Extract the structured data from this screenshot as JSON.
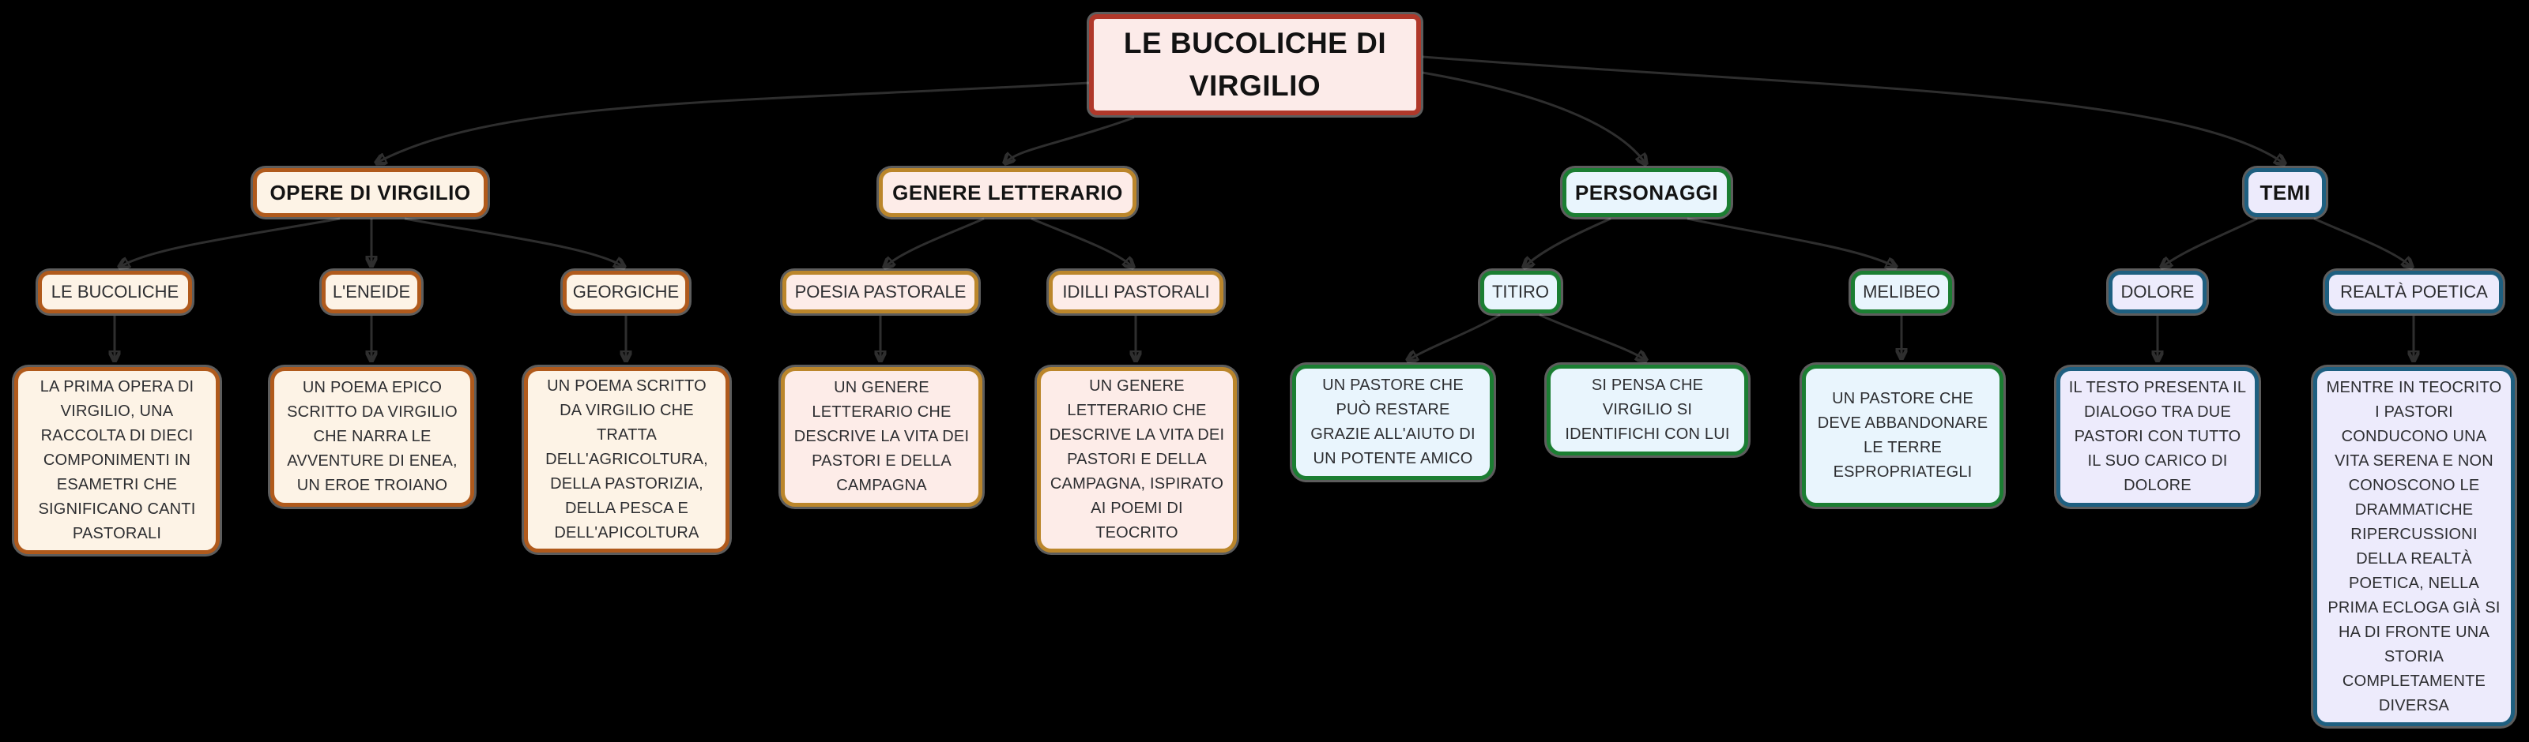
{
  "title": "LE BUCOLICHE DI VIRGILIO",
  "colors": {
    "background": "#000000",
    "root_accent": "#b0382a",
    "root_fill": "#fcebe9",
    "opere_accent": "#b05a1c",
    "opere_fill": "#fdf3e6",
    "genere_accent": "#bb862b",
    "genere_fill": "#fdece8",
    "personaggi_accent": "#1b7e32",
    "personaggi_fill": "#e9f5fd",
    "temi_accent": "#1e5f80",
    "temi_fill": "#edebfc",
    "connector": "#2e2e2e"
  },
  "branches": [
    {
      "label": "OPERE DI VIRGILIO",
      "children": [
        {
          "label": "LE BUCOLICHE",
          "description": "LA PRIMA OPERA DI VIRGILIO, UNA RACCOLTA DI DIECI COMPONIMENTI IN ESAMETRI CHE SIGNIFICANO CANTI PASTORALI"
        },
        {
          "label": "L'ENEIDE",
          "description": "UN POEMA EPICO SCRITTO DA VIRGILIO CHE NARRA LE AVVENTURE DI ENEA, UN EROE TROIANO"
        },
        {
          "label": "GEORGICHE",
          "description": "UN POEMA SCRITTO DA VIRGILIO CHE TRATTA DELL'AGRICOLTURA, DELLA PASTORIZIA, DELLA PESCA E DELL'APICOLTURA"
        }
      ]
    },
    {
      "label": "GENERE LETTERARIO",
      "children": [
        {
          "label": "POESIA PASTORALE",
          "description": "UN GENERE LETTERARIO CHE DESCRIVE LA VITA DEI PASTORI E DELLA CAMPAGNA"
        },
        {
          "label": "IDILLI PASTORALI",
          "description": "UN GENERE LETTERARIO CHE DESCRIVE LA VITA DEI PASTORI E DELLA CAMPAGNA, ISPIRATO AI POEMI DI TEOCRITO"
        }
      ]
    },
    {
      "label": "PERSONAGGI",
      "children": [
        {
          "label": "TITIRO",
          "descriptions": [
            "UN PASTORE CHE PUÒ RESTARE GRAZIE ALL'AIUTO DI UN POTENTE AMICO",
            "SI PENSA CHE VIRGILIO SI IDENTIFICHI CON LUI"
          ]
        },
        {
          "label": "MELIBEO",
          "description": "UN PASTORE CHE DEVE ABBANDONARE LE TERRE ESPROPRIATEGLI"
        }
      ]
    },
    {
      "label": "TEMI",
      "children": [
        {
          "label": "DOLORE",
          "description": "IL TESTO PRESENTA IL DIALOGO TRA DUE PASTORI CON TUTTO IL SUO CARICO DI DOLORE"
        },
        {
          "label": "REALTÀ POETICA",
          "description": "MENTRE IN TEOCRITO I PASTORI CONDUCONO UNA VITA SERENA E NON CONOSCONO LE DRAMMATICHE RIPERCUSSIONI DELLA REALTÀ POETICA, NELLA PRIMA ECLOGA GIÀ SI HA DI FRONTE UNA STORIA COMPLETAMENTE DIVERSA"
        }
      ]
    }
  ]
}
